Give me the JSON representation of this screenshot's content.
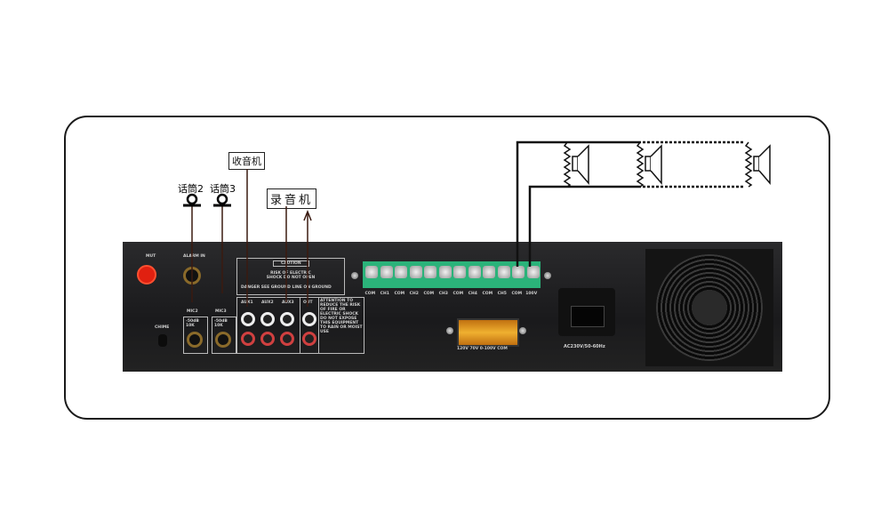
{
  "labels": {
    "radio": "收音机",
    "recorder": "录音机",
    "mic2": "话筒2",
    "mic3": "话筒3"
  },
  "panel": {
    "mute": "MUT",
    "alarm_in": "ALARM IN",
    "chime": "CHIME",
    "mic2": "MIC2",
    "mic3": "MIC3",
    "mic_spec": "-50dB 10K",
    "caution_title": "CAUTION",
    "caution_text": "RISK OF ELECTRIC SHOCK DO NOT OPEN",
    "caution_footer": "DANGER SEE GROUND LINE ON GROUND",
    "aux1": "AUX1",
    "aux2": "AUX2",
    "aux3": "AUX3",
    "out": "OUT",
    "attention": "ATTENTION TO REDUCE THE RISK OF FIRE OR ELECTRIC SHOCK DO NOT EXPOSE THIS EQUIPMENT TO RAIN OR MOIST USE",
    "terminals": [
      "COM",
      "CH1",
      "COM",
      "CH2",
      "COM",
      "CH3",
      "COM",
      "CH4",
      "COM",
      "CH5",
      "COM",
      "100V"
    ],
    "power_terminals": "120V 70V 0-100V COM",
    "ac_label": "AC230V/50-60Hz"
  },
  "colors": {
    "terminal_block": "#2bb37a",
    "power_block": "#e8a020",
    "panel": "#1e1e20"
  }
}
